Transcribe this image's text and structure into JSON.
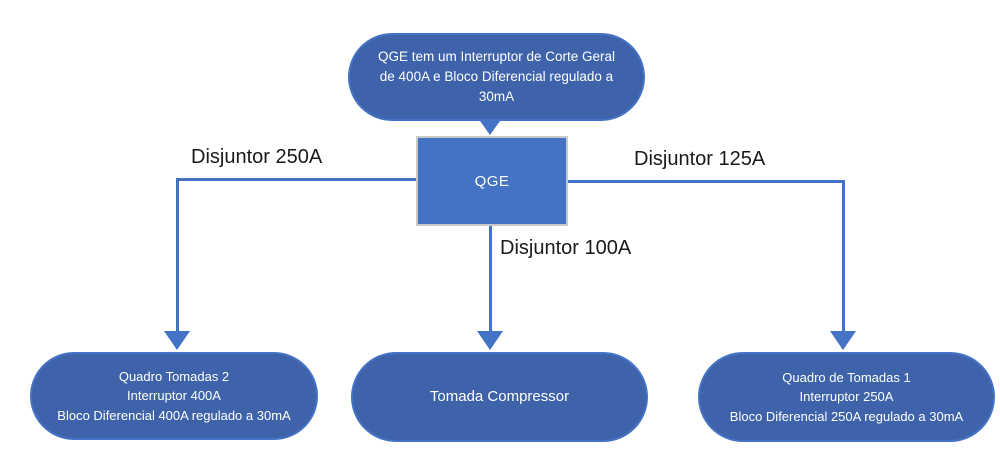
{
  "colors": {
    "background": "#ffffff",
    "node_fill": "#3E63AB",
    "node_border": "#4472C4",
    "box_fill": "#4472C4",
    "box_border": "#C9C9C9",
    "connector": "#4472C4",
    "node_text": "#ffffff",
    "label_text": "#1a1a1a"
  },
  "nodes": {
    "root_note": {
      "lines": [
        "QGE tem um Interruptor de Corte Geral",
        "de 400A e Bloco Diferencial regulado a",
        "30mA"
      ]
    },
    "hub": {
      "label": "QGE"
    },
    "outlet_board_2": {
      "lines": [
        "Quadro Tomadas 2",
        "Interruptor 400A",
        "Bloco Diferencial 400A regulado a 30mA"
      ]
    },
    "compressor_outlet": {
      "lines": [
        "Tomada Compressor"
      ]
    },
    "outlet_board_1": {
      "lines": [
        "Quadro de Tomadas 1",
        "Interruptor 250A",
        "Bloco Diferencial 250A regulado a 30mA"
      ]
    }
  },
  "connector_labels": {
    "left": "Disjuntor 250A",
    "center": "Disjuntor 100A",
    "right": "Disjuntor 125A"
  }
}
